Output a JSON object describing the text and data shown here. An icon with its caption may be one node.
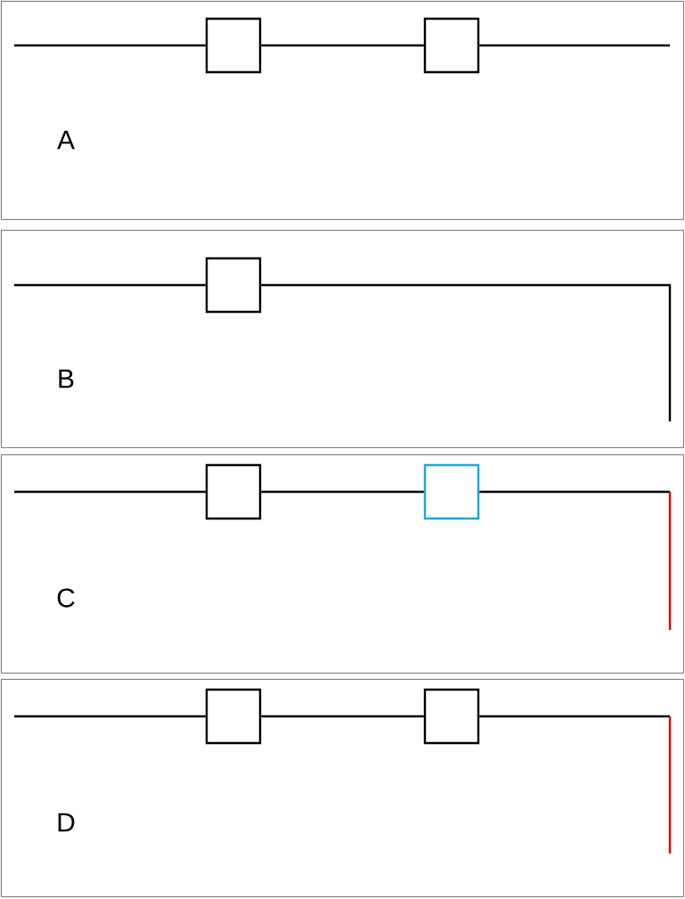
{
  "diagram": {
    "nodes": [
      {
        "text": [
          "A"
        ]
      },
      {
        "text": [],
        "shape": "box",
        "in": 0
      },
      {
        "text": [],
        "shape": "box",
        "in": 0
      },
      {
        "text": [
          "B"
        ]
      },
      {
        "text": [],
        "shape": "box",
        "in": 3
      },
      {
        "text": [
          "C"
        ]
      },
      {
        "text": [],
        "shape": "box",
        "in": 5
      },
      {
        "text": [],
        "shape": "box",
        "in": 5
      },
      {
        "text": [
          "D"
        ]
      },
      {
        "text": [],
        "shape": "box",
        "in": 8
      },
      {
        "text": [],
        "shape": "box",
        "in": 8
      }
    ],
    "edges": [
      {
        "from": null,
        "to": 1,
        "arrow": "none"
      },
      {
        "from": 1,
        "to": 2,
        "arrow": "none"
      },
      {
        "from": 2,
        "to": null,
        "arrow": "none"
      },
      {
        "from": null,
        "to": 4,
        "arrow": "none"
      },
      {
        "from": 4,
        "to": null,
        "arrow": "none"
      },
      {
        "from": null,
        "to": 6,
        "arrow": "none"
      },
      {
        "from": 6,
        "to": 7,
        "arrow": "none"
      },
      {
        "from": 7,
        "to": null,
        "arrow": "none"
      },
      {
        "from": null,
        "to": 9,
        "arrow": "none"
      },
      {
        "from": 9,
        "to": 10,
        "arrow": "none"
      },
      {
        "from": 10,
        "to": null,
        "arrow": "none"
      }
    ]
  }
}
